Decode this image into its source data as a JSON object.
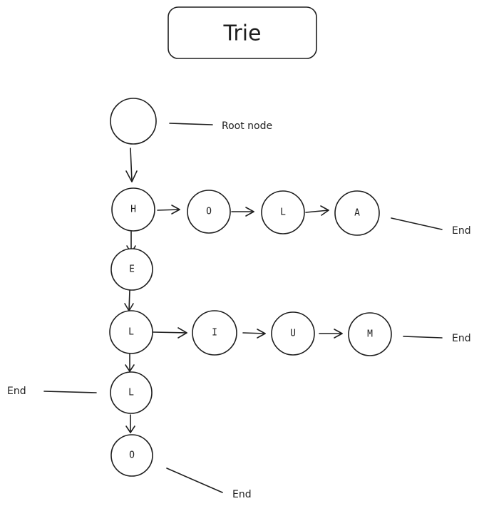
{
  "title": "Trie",
  "nodes": [
    {
      "id": "root",
      "label": ""
    },
    {
      "id": "h",
      "label": "H"
    },
    {
      "id": "o1",
      "label": "O"
    },
    {
      "id": "l1",
      "label": "L"
    },
    {
      "id": "a",
      "label": "A"
    },
    {
      "id": "e",
      "label": "E"
    },
    {
      "id": "l2",
      "label": "L"
    },
    {
      "id": "i",
      "label": "I"
    },
    {
      "id": "u",
      "label": "U"
    },
    {
      "id": "m",
      "label": "M"
    },
    {
      "id": "l3",
      "label": "L"
    },
    {
      "id": "o2",
      "label": "O"
    }
  ],
  "edges": [
    {
      "from": "root",
      "to": "h"
    },
    {
      "from": "h",
      "to": "o1"
    },
    {
      "from": "o1",
      "to": "l1"
    },
    {
      "from": "l1",
      "to": "a"
    },
    {
      "from": "h",
      "to": "e"
    },
    {
      "from": "e",
      "to": "l2"
    },
    {
      "from": "l2",
      "to": "i"
    },
    {
      "from": "i",
      "to": "u"
    },
    {
      "from": "u",
      "to": "m"
    },
    {
      "from": "l2",
      "to": "l3"
    },
    {
      "from": "l3",
      "to": "o2"
    }
  ],
  "annotations": [
    {
      "id": "root-note",
      "target": "root",
      "text": "Root node"
    },
    {
      "id": "end-a",
      "target": "a",
      "text": "End"
    },
    {
      "id": "end-m",
      "target": "m",
      "text": "End"
    },
    {
      "id": "end-l3",
      "target": "l3",
      "text": "End"
    },
    {
      "id": "end-o2",
      "target": "o2",
      "text": "End"
    }
  ]
}
